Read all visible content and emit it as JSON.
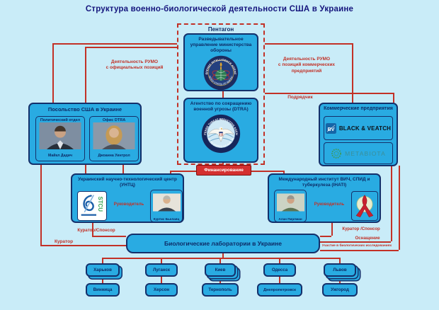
{
  "title": "Структура военно-биологической деятельности США в Украине",
  "pentagon": {
    "label": "Пентагон",
    "dia_title": "Разведывательное управление министерства обороны"
  },
  "dtra": {
    "title": "Агентство по сокращению военной угрозы (DTRA)"
  },
  "seals": {
    "dia_top": "DEFENSE INTELLIGENCE AGENCY",
    "dia_bottom": "UNITED STATES OF AMERICA",
    "dtra_top": "DEFENSE THREAT REDUCTION AGENCY",
    "dtra_bottom": "UNITED STATES OF AMERICA"
  },
  "embassy": {
    "title": "Посольство США в Украине",
    "political_dept": "Политический отдел",
    "political_name": "Майкл Дадич",
    "dtra_office": "Офис DTRA",
    "dtra_office_name": "Джоанна Уинтрол"
  },
  "commercial": {
    "title": "Коммерческие предприятия",
    "company1": "BLACK & VEATCH",
    "company1_icon": "BV",
    "company2": "METABIOTA"
  },
  "stcu": {
    "title": "Украинский научно-технологический центр (УНТЦ)",
    "role": "Руководитель",
    "head": "Куртис Бьелаяц",
    "logo_text": "STCU"
  },
  "ihati": {
    "title": "Международный институт ВИЧ, СПИД и туберкулеза (IHATI)",
    "role": "Руководитель",
    "head": "Алан Пирлман"
  },
  "biolabs": {
    "title": "Биологические лаборатории в Украине"
  },
  "edges": {
    "left_activity": "Деятельность РУМО\nс официальных позиций",
    "right_activity": "Деятельность РУМО\nс позиций коммерческих\nпредприятий",
    "contractor": "Подрядчик",
    "financing": "Финансирование",
    "curator_sponsor_left": "Куратор/Спонсор",
    "curator_sponsor_right": "Куратор /Спонсор",
    "curator": "Куратор",
    "equipment": "Оснащение",
    "participation": "Участие в биологических исследованиях"
  },
  "cities": {
    "row1": [
      "Харьков",
      "Луганск",
      "Киев",
      "Одесса",
      "Львов"
    ],
    "row2": [
      "Винница",
      "Херсон",
      "Тернополь",
      "Днепропетровск",
      "Ужгород"
    ]
  },
  "colors": {
    "background": "#c9ecf8",
    "box_fill": "#29abe2",
    "box_border": "#14306b",
    "line_red": "#c23127",
    "title_blue": "#15157d"
  }
}
